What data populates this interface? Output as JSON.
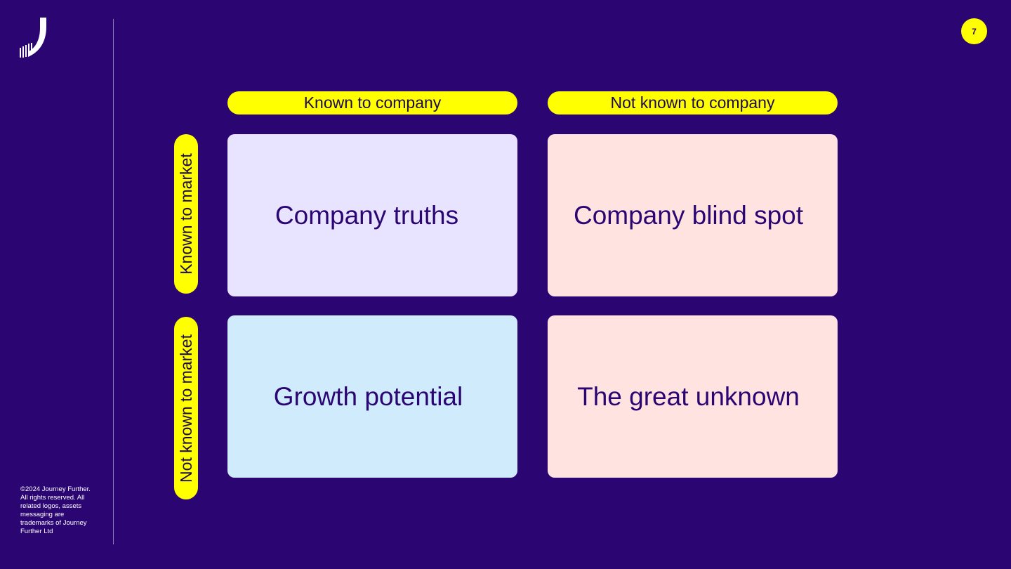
{
  "slide": {
    "page_number": "7",
    "copyright": "©2024 Journey Further. All rights reserved. All related logos, assets messaging are trademarks of Journey Further Ltd"
  },
  "matrix": {
    "columns": [
      "Known to company",
      "Not known to company"
    ],
    "rows": [
      "Known to market",
      "Not known to market"
    ],
    "cells": [
      [
        "Company truths",
        "Company blind spot"
      ],
      [
        "Growth potential",
        "The great unknown"
      ]
    ]
  },
  "colors": {
    "background": "#2b0673",
    "accent": "#ffff00",
    "cell_truths": "#e8e4ff",
    "cell_blind_spot": "#ffe3e1",
    "cell_growth": "#cfebfc",
    "cell_unknown": "#ffe3e1"
  },
  "icons": {
    "logo": "journey-further-logo"
  }
}
